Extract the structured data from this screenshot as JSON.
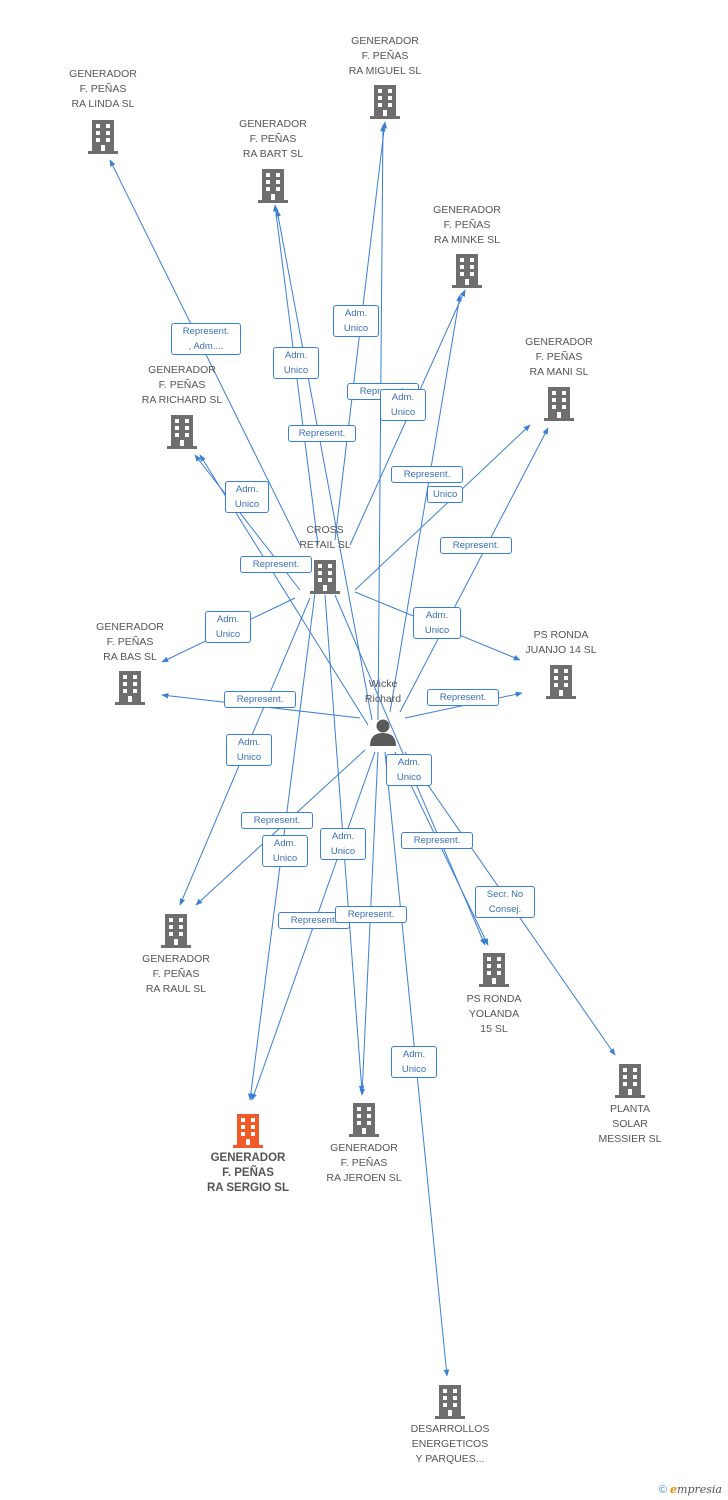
{
  "colors": {
    "edge": "#3b7fd4",
    "building": "#6e6e6e",
    "focus": "#f05a28",
    "person": "#5a5a5a"
  },
  "nodes": [
    {
      "id": "linda",
      "label": "GENERADOR\nF. PEÑAS\nRA LINDA SL",
      "icon": "building-icon"
    },
    {
      "id": "miguel",
      "label": "GENERADOR\nF. PEÑAS\nRA MIGUEL SL",
      "icon": "building-icon"
    },
    {
      "id": "bart",
      "label": "GENERADOR\nF. PEÑAS\nRA BART SL",
      "icon": "building-icon"
    },
    {
      "id": "minke",
      "label": "GENERADOR\nF. PEÑAS\nRA MINKE SL",
      "icon": "building-icon"
    },
    {
      "id": "mani",
      "label": "GENERADOR\nF. PEÑAS\nRA MANI SL",
      "icon": "building-icon"
    },
    {
      "id": "richard",
      "label": "GENERADOR\nF. PEÑAS\nRA RICHARD SL",
      "icon": "building-icon"
    },
    {
      "id": "cross",
      "label": "CROSS\nRETAIL SL",
      "icon": "building-icon"
    },
    {
      "id": "bas",
      "label": "GENERADOR\nF. PEÑAS\nRA BAS SL",
      "icon": "building-icon"
    },
    {
      "id": "juanjo",
      "label": "PS RONDA\nJUANJO 14 SL",
      "icon": "building-icon"
    },
    {
      "id": "wicke",
      "label": "Wicke\nRichard",
      "icon": "person-icon"
    },
    {
      "id": "raul",
      "label": "GENERADOR\nF. PEÑAS\nRA RAUL SL",
      "icon": "building-icon"
    },
    {
      "id": "yolanda",
      "label": "PS RONDA\nYOLANDA\n15 SL",
      "icon": "building-icon"
    },
    {
      "id": "messier",
      "label": "PLANTA\nSOLAR\nMESSIER SL",
      "icon": "building-icon"
    },
    {
      "id": "sergio",
      "label": "GENERADOR\nF. PEÑAS\nRA SERGIO SL",
      "icon": "building-icon",
      "focus": true
    },
    {
      "id": "jeroen",
      "label": "GENERADOR\nF. PEÑAS\nRA JEROEN SL",
      "icon": "building-icon"
    },
    {
      "id": "desarrollos",
      "label": "DESARROLLOS\nENERGETICOS\nY PARQUES...",
      "icon": "building-icon"
    }
  ],
  "edge_labels": [
    "Represent.\n, Adm....",
    "Adm.\nUnico",
    "Adm.\nUnico",
    "Represent.",
    "Adm.\nUnico",
    "Represent.",
    "Represent.",
    "Unico",
    "Adm.\nUnico",
    "Represent.",
    "Represent.",
    "Adm.\nUnico",
    "Adm.\nUnico",
    "Represent.",
    "Represent.",
    "Adm.\nUnico",
    "Adm.\nUnico",
    "Represent.",
    "Adm.\nUnico",
    "Adm.\nUnico",
    "Represent.",
    "Secr. No\nConsej.",
    "Represent.",
    "Represent.",
    "Adm.\nUnico"
  ],
  "copyright": {
    "symbol": "©",
    "brand_initial": "e",
    "brand_rest": "mpresia"
  }
}
